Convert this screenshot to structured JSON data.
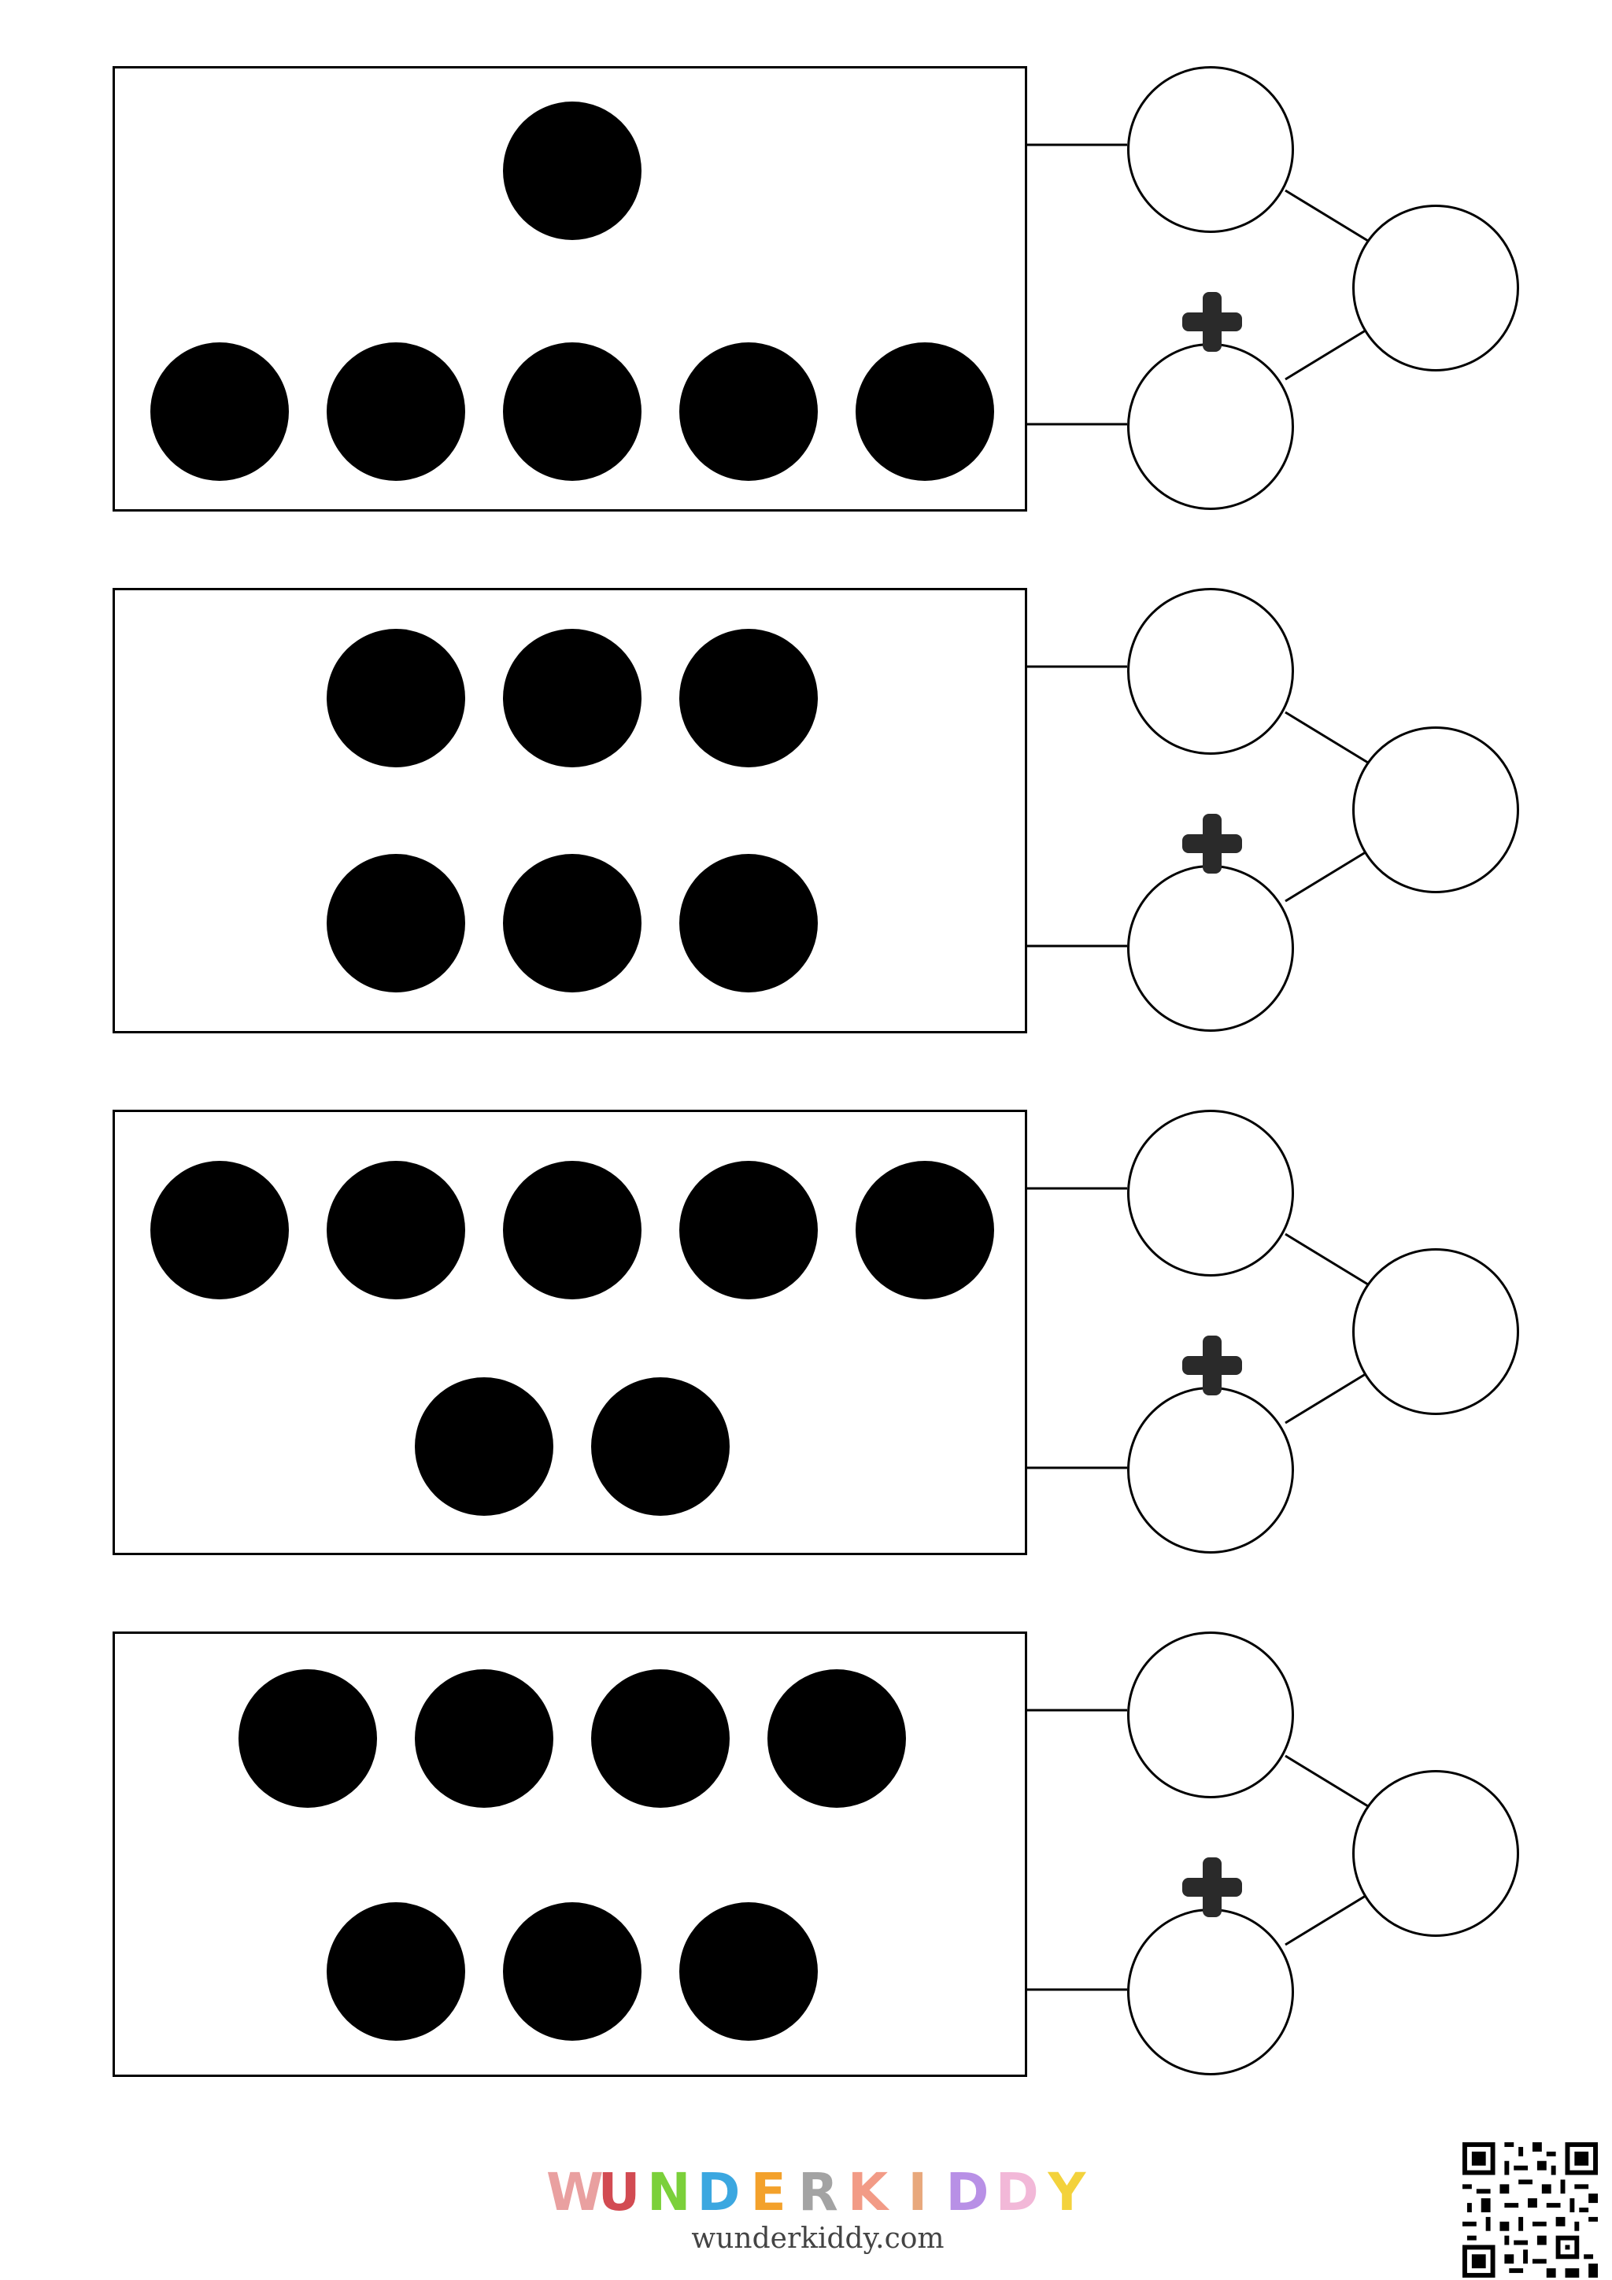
{
  "exercises": [
    {
      "rows": [
        1,
        5
      ]
    },
    {
      "rows": [
        3,
        3
      ]
    },
    {
      "rows": [
        5,
        2
      ]
    },
    {
      "rows": [
        4,
        3
      ]
    }
  ],
  "bond_operator": "+",
  "footer": {
    "logo_letters": [
      "W",
      "U",
      "N",
      "D",
      "E",
      "R",
      "K",
      "I",
      "D",
      "D",
      "Y"
    ],
    "logo_colors": [
      "#e9a0a0",
      "#d24b52",
      "#7bd03a",
      "#3ba7e0",
      "#f3a12b",
      "#a3a3a3",
      "#f29b86",
      "#e8a87c",
      "#b890e6",
      "#f2b8d8",
      "#f3d23c"
    ],
    "url": "wunderkiddy.com"
  },
  "colors": {
    "dot": "#000000",
    "plus": "#2a2a2a",
    "line": "#000000"
  }
}
